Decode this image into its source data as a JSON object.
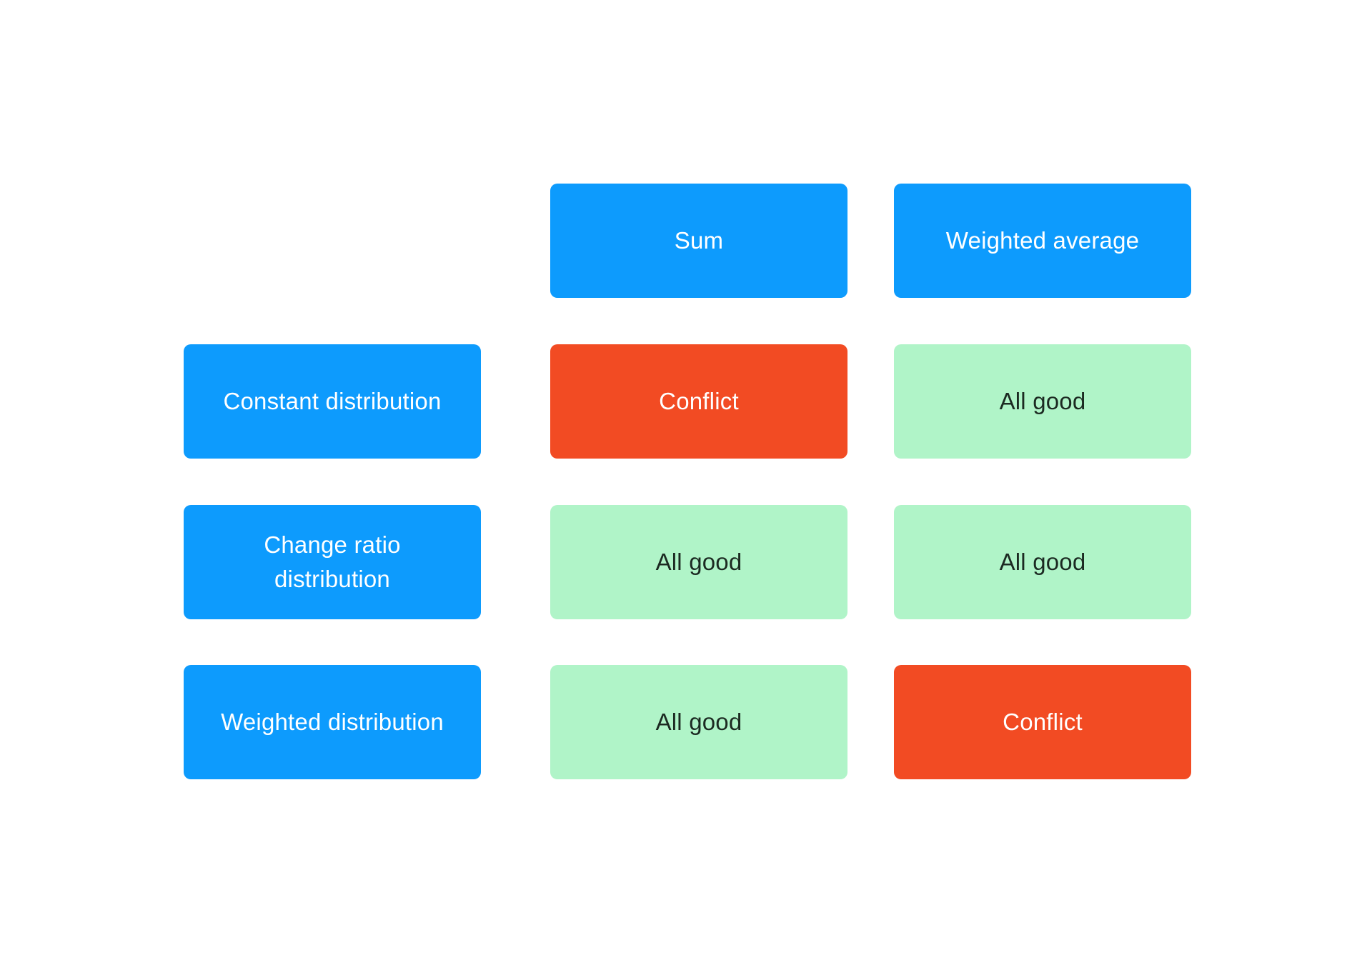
{
  "colors": {
    "header": "#0d9bfd",
    "conflict": "#f24b23",
    "all_good": "#b0f4c8"
  },
  "columns": [
    "Sum",
    "Weighted average"
  ],
  "rows": [
    {
      "label": "Constant distribution",
      "cells": [
        "Conflict",
        "All good"
      ]
    },
    {
      "label": "Change ratio distribution",
      "cells": [
        "All good",
        "All good"
      ]
    },
    {
      "label": "Weighted distribution",
      "cells": [
        "All good",
        "Conflict"
      ]
    }
  ]
}
